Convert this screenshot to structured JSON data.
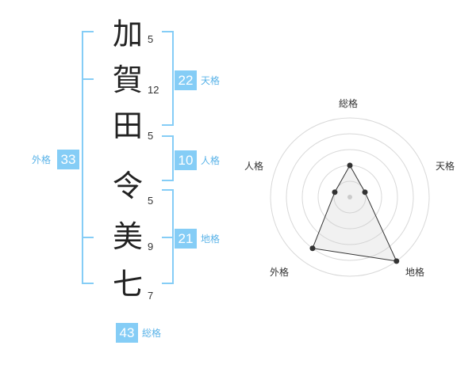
{
  "name": {
    "chars": [
      {
        "char": "加",
        "strokes": "5"
      },
      {
        "char": "賀",
        "strokes": "12"
      },
      {
        "char": "田",
        "strokes": "5"
      },
      {
        "char": "令",
        "strokes": "5"
      },
      {
        "char": "美",
        "strokes": "9"
      },
      {
        "char": "七",
        "strokes": "7"
      }
    ]
  },
  "kakusu": {
    "tenkaku": {
      "value": "22",
      "label": "天格"
    },
    "jinkaku": {
      "value": "10",
      "label": "人格"
    },
    "chikaku": {
      "value": "21",
      "label": "地格"
    },
    "gaikaku": {
      "value": "33",
      "label": "外格"
    },
    "soukaku": {
      "value": "43",
      "label": "総格"
    }
  },
  "radar": {
    "axes": [
      "総格",
      "天格",
      "地格",
      "外格",
      "人格"
    ],
    "line_color": "#85cdf6",
    "accent_color": "#85cdf6"
  },
  "chart_data": {
    "type": "radar",
    "categories": [
      "総格",
      "天格",
      "地格",
      "外格",
      "人格"
    ],
    "values": [
      2,
      1,
      5,
      4,
      1
    ],
    "rmax": 5,
    "grid": true
  }
}
